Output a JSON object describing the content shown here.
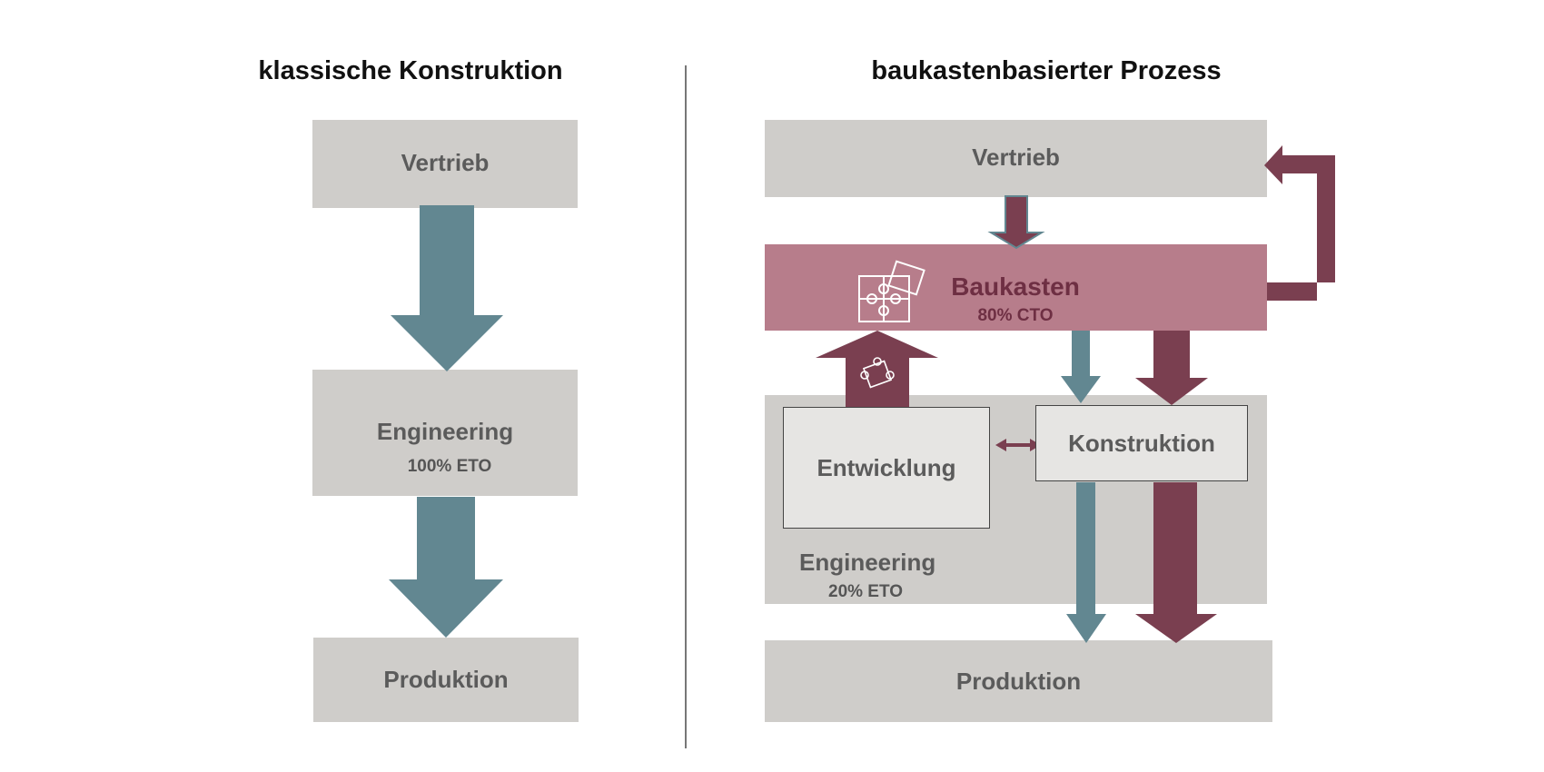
{
  "left": {
    "title": "klassische Konstruktion",
    "vertrieb": "Vertrieb",
    "engineering": "Engineering",
    "engineering_share": "100% ETO",
    "produktion": "Produktion"
  },
  "right": {
    "title": "baukastenbasierter Prozess",
    "vertrieb": "Vertrieb",
    "baukasten": "Baukasten",
    "baukasten_share": "80% CTO",
    "entwicklung": "Entwicklung",
    "konstruktion": "Konstruktion",
    "engineering": "Engineering",
    "engineering_share": "20% ETO",
    "produktion": "Produktion"
  },
  "colors": {
    "box_gray": "#cfcdca",
    "inner_box": "#e6e5e3",
    "teal_arrow": "#628791",
    "maroon_arrow": "#7a3f50",
    "baukasten_fill": "#b77d8b",
    "baukasten_text": "#6e2f43"
  },
  "icons": [
    "puzzle-icon",
    "puzzle-piece-icon"
  ]
}
